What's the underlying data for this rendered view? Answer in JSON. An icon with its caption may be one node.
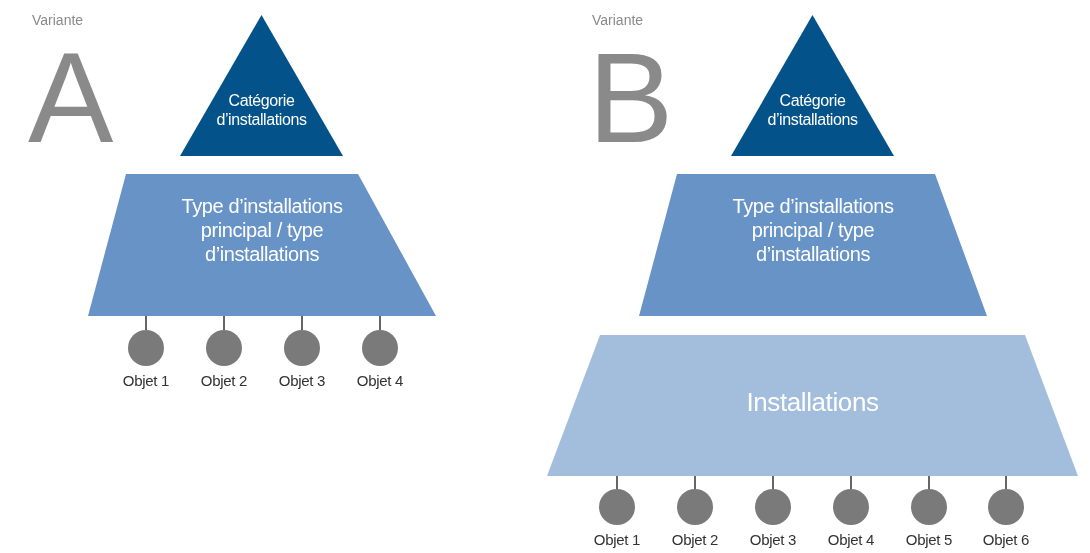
{
  "diagram": {
    "nodes": [
      {
        "text": [
          "Catégorie d’installations"
        ]
      },
      {
        "text": [
          "Type d’installations principal / type d’installations"
        ]
      },
      {
        "text": [
          "Objet 1"
        ]
      },
      {
        "text": [
          "Objet 2"
        ]
      },
      {
        "text": [
          "Objet 3"
        ]
      },
      {
        "text": [
          "Objet 4"
        ]
      },
      {
        "text": [
          "Catégorie d’installations"
        ]
      },
      {
        "text": [
          "Type d’installations principal / type d’installations"
        ]
      },
      {
        "text": [
          "Installations"
        ]
      },
      {
        "text": [
          "Objet 1"
        ]
      },
      {
        "text": [
          "Objet 2"
        ]
      },
      {
        "text": [
          "Objet 3"
        ]
      },
      {
        "text": [
          "Objet 4"
        ]
      },
      {
        "text": [
          "Objet 5"
        ]
      },
      {
        "text": [
          "Objet 6"
        ]
      }
    ],
    "edges": [
      {
        "from": 1,
        "to": 2,
        "arrow": "none"
      },
      {
        "from": 1,
        "to": 3,
        "arrow": "none"
      },
      {
        "from": 1,
        "to": 4,
        "arrow": "none"
      },
      {
        "from": 1,
        "to": 5,
        "arrow": "none"
      },
      {
        "from": 8,
        "to": 9,
        "arrow": "none"
      },
      {
        "from": 8,
        "to": 10,
        "arrow": "none"
      },
      {
        "from": 8,
        "to": 11,
        "arrow": "none"
      },
      {
        "from": 8,
        "to": 12,
        "arrow": "none"
      },
      {
        "from": 8,
        "to": 13,
        "arrow": "none"
      },
      {
        "from": 8,
        "to": 14,
        "arrow": "none"
      }
    ],
    "labels": [
      "Variante",
      "A",
      "Variante",
      "B"
    ]
  }
}
